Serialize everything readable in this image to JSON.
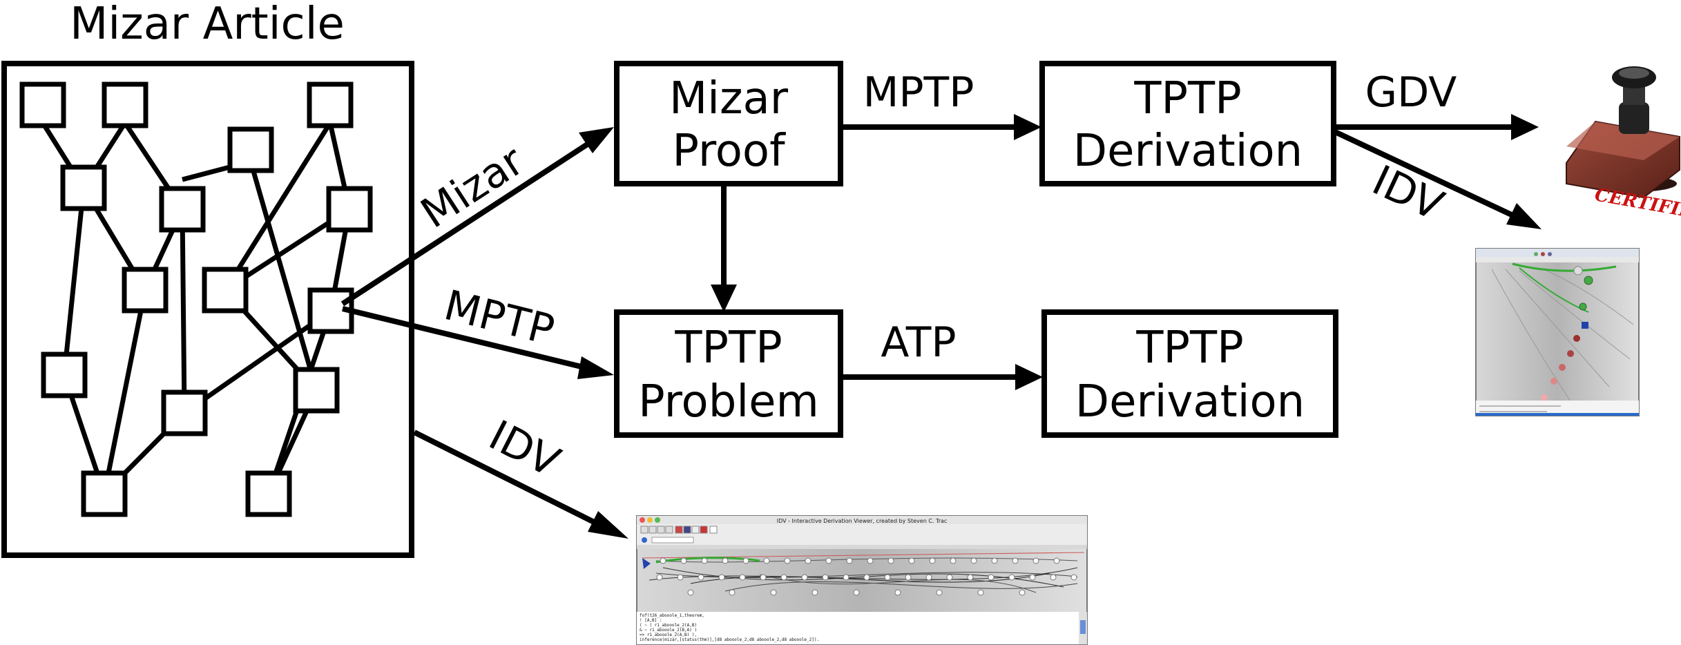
{
  "title": "Mizar Article",
  "boxes": {
    "mizar_proof": [
      "Mizar",
      "Proof"
    ],
    "tptp_derivation_top": [
      "TPTP",
      "Derivation"
    ],
    "tptp_problem": [
      "TPTP",
      "Problem"
    ],
    "tptp_derivation_bottom": [
      "TPTP",
      "Derivation"
    ]
  },
  "edges": {
    "article_to_proof": "Mizar",
    "article_to_problem": "MPTP",
    "article_to_idv": "IDV",
    "proof_to_derivation": "MPTP",
    "derivation_to_gdv": "GDV",
    "derivation_to_idv": "IDV",
    "problem_to_derivation": "ATP"
  },
  "stamp": {
    "text": "CERTIFIED"
  },
  "idv_window": {
    "title": "IDV - Interactive Derivation Viewer, created by Steven C. Trac",
    "log_lines": [
      "fof(t26_abooole_1,theorem,",
      "    ! [A,B] :",
      "      ( ~ ( r1_abooole_2(A,B)",
      "          & ~ r1_abooole_2(B,A) )",
      "  =>  r1_abooole_2(A,B) ),",
      "    inference(mizar,[status(thm)],[d8 abooole_2,d8 abooole_2,d8 abooole_2])."
    ]
  },
  "colors": {
    "stroke": "#000000",
    "stamp_red": "#cc1111",
    "tree_green": "#33aa33"
  }
}
